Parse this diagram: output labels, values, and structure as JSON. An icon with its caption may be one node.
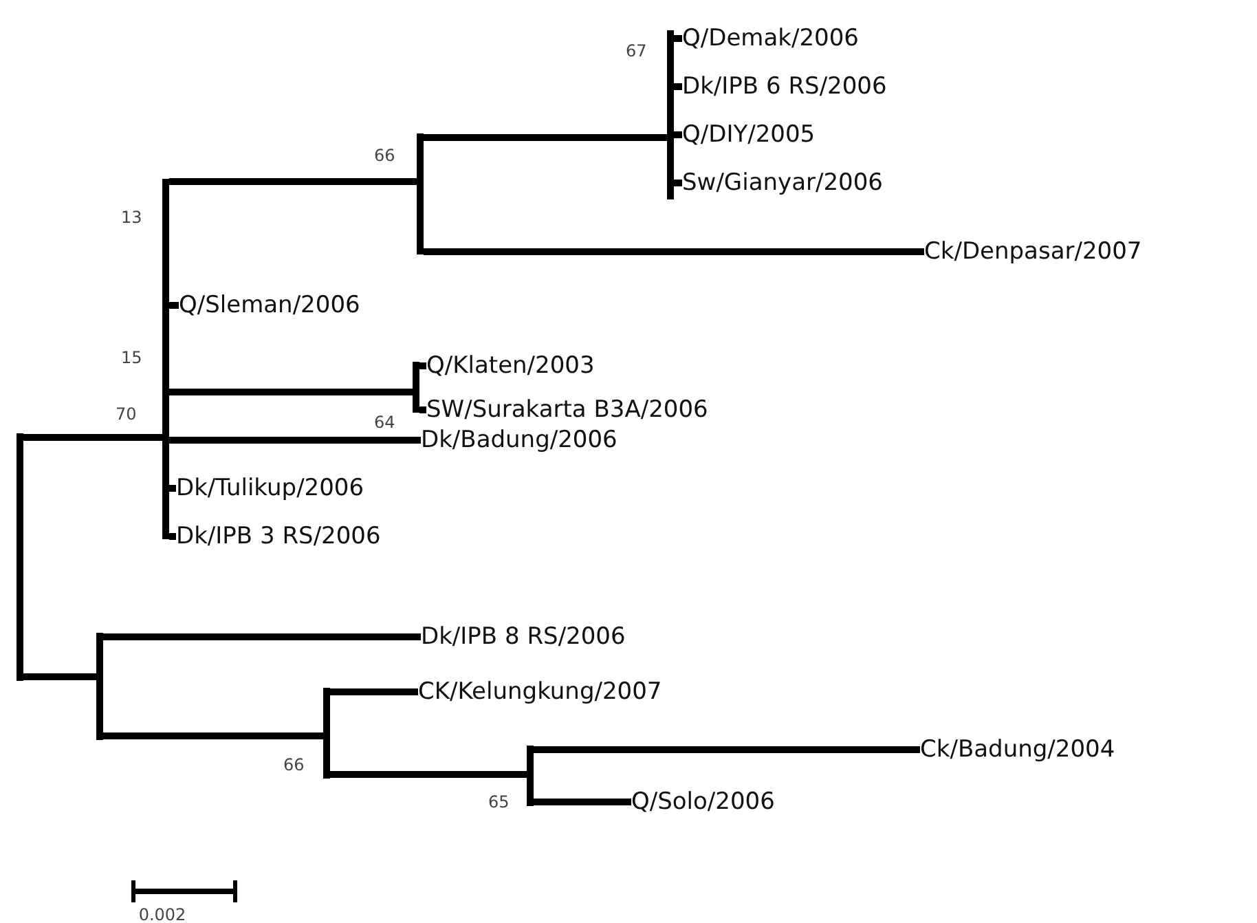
{
  "diagram": {
    "nodes": [
      {
        "text": [],
        "shape": "bar"
      },
      {
        "text": [],
        "shape": "bar",
        "beside": [
          "13",
          "15",
          "70"
        ]
      },
      {
        "text": [],
        "shape": "bar",
        "beside": [
          "66"
        ]
      },
      {
        "text": [],
        "shape": "bar",
        "beside": [
          "67"
        ]
      },
      {
        "text": [
          "Q/Demak/2006"
        ]
      },
      {
        "text": [
          "Dk/IPB 6 RS/2006"
        ]
      },
      {
        "text": [
          "Q/DIY/2005"
        ]
      },
      {
        "text": [
          "Sw/Gianyar/2006"
        ]
      },
      {
        "text": [
          "Ck/Denpasar/2007"
        ]
      },
      {
        "text": [
          "Q/Sleman/2006"
        ]
      },
      {
        "text": [],
        "shape": "bar",
        "beside": [
          "64"
        ]
      },
      {
        "text": [
          "Q/Klaten/2003"
        ]
      },
      {
        "text": [
          "SW/Surakarta B3A/2006"
        ]
      },
      {
        "text": [
          "Dk/Badung/2006"
        ]
      },
      {
        "text": [
          "Dk/Tulikup/2006"
        ]
      },
      {
        "text": [
          "Dk/IPB 3 RS/2006"
        ]
      },
      {
        "text": [],
        "shape": "bar"
      },
      {
        "text": [
          "Dk/IPB 8 RS/2006"
        ]
      },
      {
        "text": [],
        "shape": "bar",
        "beside": [
          "66"
        ]
      },
      {
        "text": [
          "CK/Kelungkung/2007"
        ]
      },
      {
        "text": [],
        "shape": "bar",
        "beside": [
          "65"
        ]
      },
      {
        "text": [
          "Ck/Badung/2004"
        ]
      },
      {
        "text": [
          "Q/Solo/2006"
        ]
      }
    ],
    "edges": [
      {
        "from": 0,
        "to": 1,
        "arrow": "none"
      },
      {
        "from": 0,
        "to": 16,
        "arrow": "none"
      },
      {
        "from": 1,
        "to": 2,
        "arrow": "none"
      },
      {
        "from": 1,
        "to": 9,
        "arrow": "none"
      },
      {
        "from": 1,
        "to": 10,
        "arrow": "none"
      },
      {
        "from": 1,
        "to": 13,
        "arrow": "none"
      },
      {
        "from": 1,
        "to": 14,
        "arrow": "none"
      },
      {
        "from": 1,
        "to": 15,
        "arrow": "none"
      },
      {
        "from": 2,
        "to": 3,
        "arrow": "none"
      },
      {
        "from": 2,
        "to": 8,
        "arrow": "none"
      },
      {
        "from": 3,
        "to": 4,
        "arrow": "none"
      },
      {
        "from": 3,
        "to": 5,
        "arrow": "none"
      },
      {
        "from": 3,
        "to": 6,
        "arrow": "none"
      },
      {
        "from": 3,
        "to": 7,
        "arrow": "none"
      },
      {
        "from": 10,
        "to": 11,
        "arrow": "none"
      },
      {
        "from": 10,
        "to": 12,
        "arrow": "none"
      },
      {
        "from": 16,
        "to": 17,
        "arrow": "none"
      },
      {
        "from": 16,
        "to": 18,
        "arrow": "none"
      },
      {
        "from": 18,
        "to": 19,
        "arrow": "none"
      },
      {
        "from": 18,
        "to": 20,
        "arrow": "none"
      },
      {
        "from": 20,
        "to": 21,
        "arrow": "none"
      },
      {
        "from": 20,
        "to": 22,
        "arrow": "none"
      }
    ],
    "labels": [
      "0.002"
    ]
  }
}
